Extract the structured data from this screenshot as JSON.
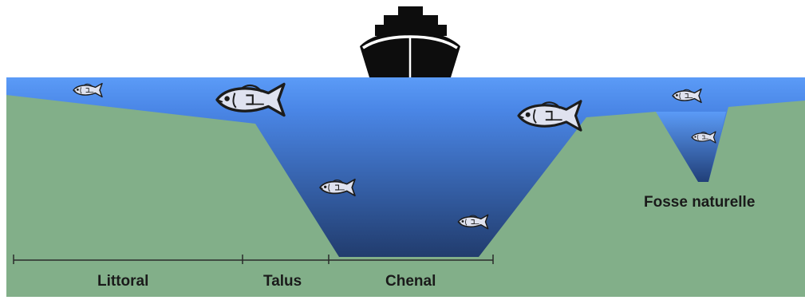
{
  "zones": {
    "littoral": "Littoral",
    "talus": "Talus",
    "chenal": "Chenal"
  },
  "features": {
    "fosse": "Fosse naturelle"
  },
  "icons": {
    "ship": "ship-icon",
    "fish": "fish-icon"
  },
  "colors": {
    "ground": "#82af89",
    "water_surface": "#5b9bf7",
    "water_deep": "#203a6a",
    "hull": "#0d0d0d",
    "fish_body": "#dfe2ef",
    "outline": "#1c1c1c"
  }
}
